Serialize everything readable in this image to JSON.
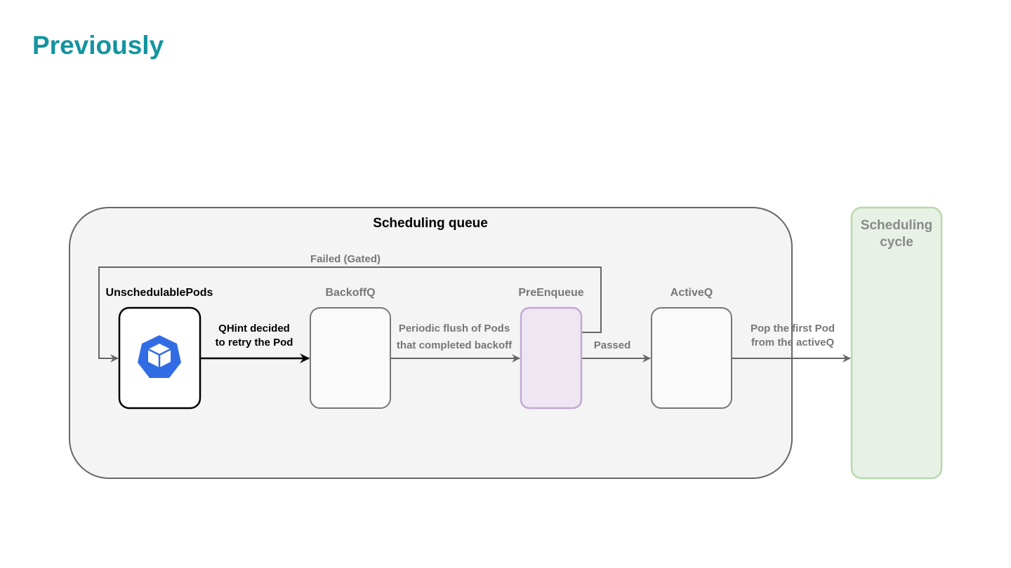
{
  "title": "Previously",
  "diagram": {
    "container": {
      "label": "Scheduling queue"
    },
    "nodes": [
      {
        "id": "unschedulable",
        "label": "UnschedulablePods",
        "icon": "kubernetes-cube-icon"
      },
      {
        "id": "backoff",
        "label": "BackoffQ"
      },
      {
        "id": "preenqueue",
        "label": "PreEnqueue"
      },
      {
        "id": "active",
        "label": "ActiveQ"
      }
    ],
    "cycle": {
      "label_line1": "Scheduling",
      "label_line2": "cycle"
    },
    "edges": [
      {
        "from": "unschedulable",
        "to": "backoff",
        "line1": "QHint decided",
        "line2": "to retry the Pod"
      },
      {
        "from": "backoff",
        "to": "preenqueue",
        "line1": "Periodic flush of Pods",
        "line2": "that completed backoff"
      },
      {
        "from": "preenqueue",
        "to": "active",
        "label": "Passed"
      },
      {
        "from": "active",
        "to": "scheduling-cycle",
        "line1": "Pop the first Pod",
        "line2": "from the activeQ"
      },
      {
        "from": "preenqueue",
        "to": "unschedulable",
        "label": "Failed (Gated)"
      }
    ]
  },
  "colors": {
    "title": "#13949f",
    "queue_fill": "#f4f4f4",
    "queue_stroke": "#666666",
    "preenqueue_fill": "#eee7f1",
    "preenqueue_stroke": "#c3a8d2",
    "cycle_fill": "#e7f1e6",
    "cycle_stroke": "#b9d8ae",
    "k8s_blue": "#326ce5"
  }
}
